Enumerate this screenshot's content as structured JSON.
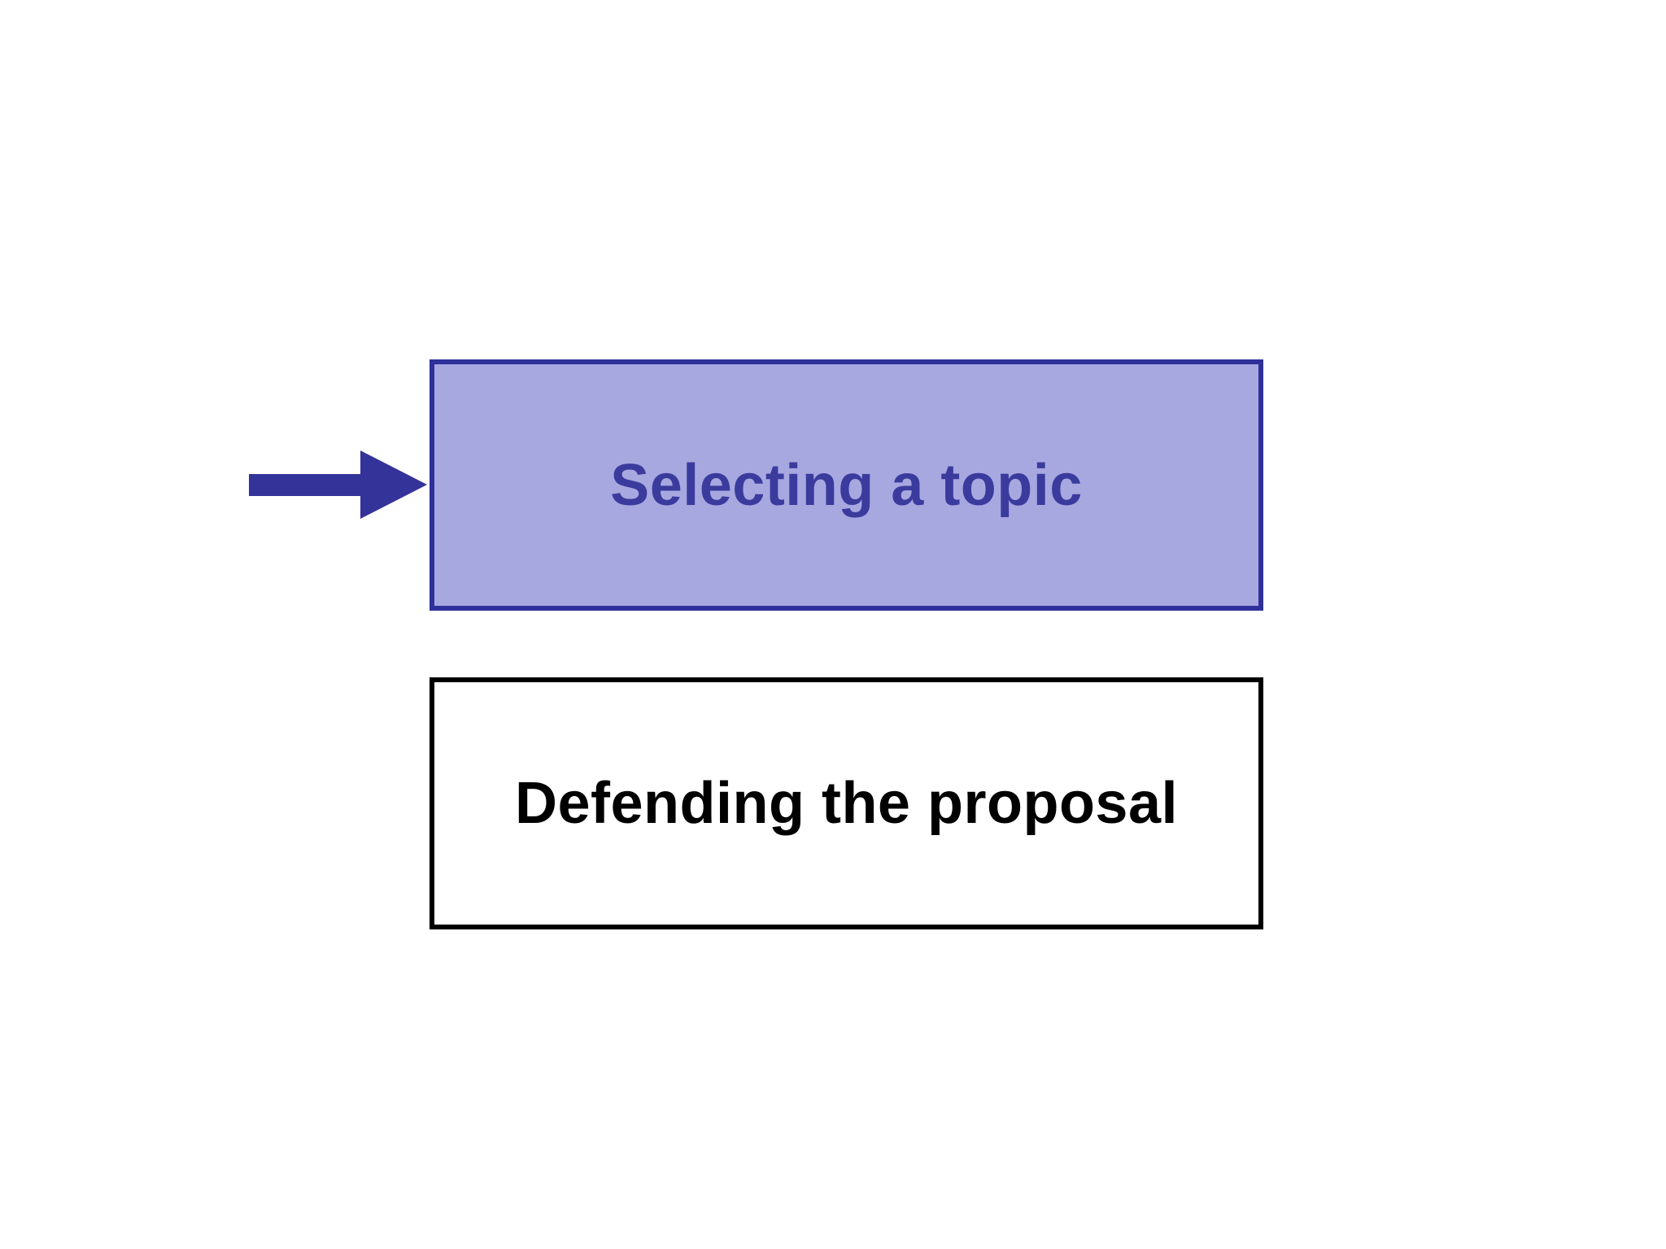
{
  "canvas": {
    "background": "#ffffff"
  },
  "colors": {
    "indigo_accent": "#333399",
    "lavender_fill": "#A8A8E1",
    "black": "#000000",
    "white": "#ffffff"
  },
  "diagram": {
    "arrow": {
      "icon": "right-block-arrow",
      "direction": "right",
      "color": "#333399"
    },
    "steps": [
      {
        "label": "Selecting a topic",
        "highlighted": true,
        "fill": "#A8A8E1",
        "border_color": "#30309A",
        "text_color": "#3B3B9E"
      },
      {
        "label": "Defending the proposal",
        "highlighted": false,
        "fill": "#FFFFFF",
        "border_color": "#000000",
        "text_color": "#000000"
      }
    ]
  }
}
